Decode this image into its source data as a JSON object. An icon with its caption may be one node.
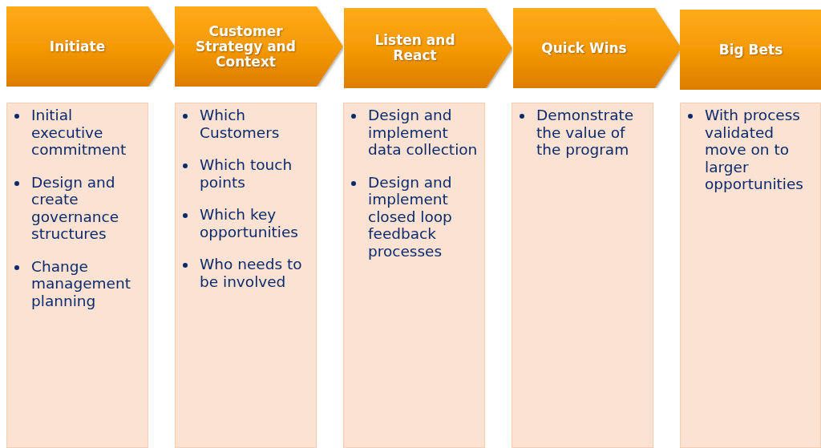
{
  "diagram": {
    "nodes": [
      {
        "text": [
          "Initiate"
        ]
      },
      {
        "text": [
          "Customer Strategy and Context"
        ]
      },
      {
        "text": [
          "Listen and React"
        ]
      },
      {
        "text": [
          "Quick Wins"
        ]
      },
      {
        "text": [
          "Big Bets"
        ]
      },
      {
        "text": [
          "Initial executive commitment",
          "Design and create governance structures",
          "Change management planning"
        ]
      },
      {
        "text": [
          "Which Customers",
          "Which touch points",
          "Which key opportunities",
          "Who needs to be involved"
        ]
      },
      {
        "text": [
          "Design and implement data collection",
          "Design and implement closed loop feedback processes"
        ]
      },
      {
        "text": [
          "Demonstrate the value of the program"
        ]
      },
      {
        "text": [
          "With process validated move on to larger opportunities"
        ]
      }
    ]
  }
}
